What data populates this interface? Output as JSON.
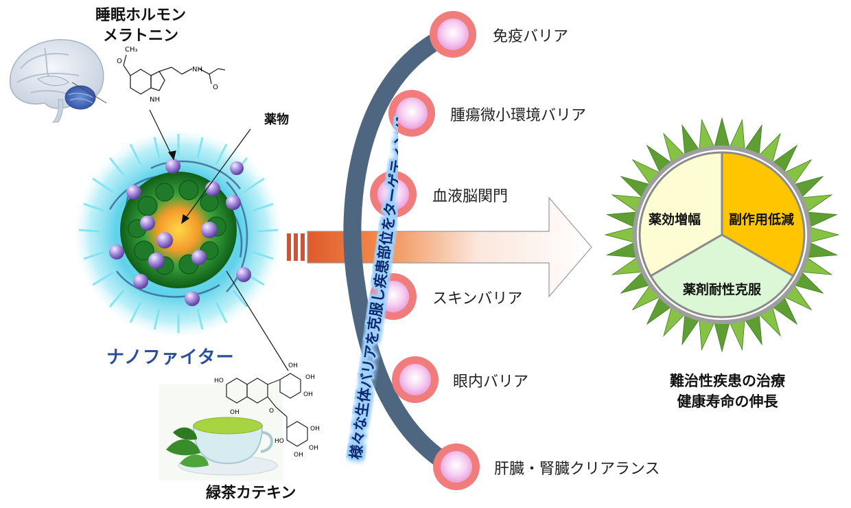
{
  "hormone": {
    "line1": "睡眠ホルモン",
    "line2": "メラトニン"
  },
  "drug_label": "薬物",
  "nanofighter_label": "ナノファイター",
  "catechin_label": "緑茶カテキン",
  "vertical_text": "様々な生体バリアを克服し疾患部位をターゲティング",
  "barriers": [
    {
      "label": "免疫バリア"
    },
    {
      "label": "腫瘍微小環境バリア"
    },
    {
      "label": "血液脳関門"
    },
    {
      "label": "スキンバリア"
    },
    {
      "label": "眼内バリア"
    },
    {
      "label": "肝臓・腎臓クリアランス"
    }
  ],
  "effects": {
    "left": "薬効増幅",
    "right": "副作用低減",
    "bottom": "薬剤耐性克服"
  },
  "outcome": {
    "line1": "難治性疾患の治療",
    "line2": "健康寿命の伸長"
  },
  "colors": {
    "nano_text": "#2a4f9a",
    "arc": "#4e6680",
    "barrier_ring": "#f07c7c",
    "segment_left": "#fefcd2",
    "segment_right": "#ffc600",
    "segment_bottom": "#dcf7d6",
    "sun_spikes": "#78b63c"
  }
}
